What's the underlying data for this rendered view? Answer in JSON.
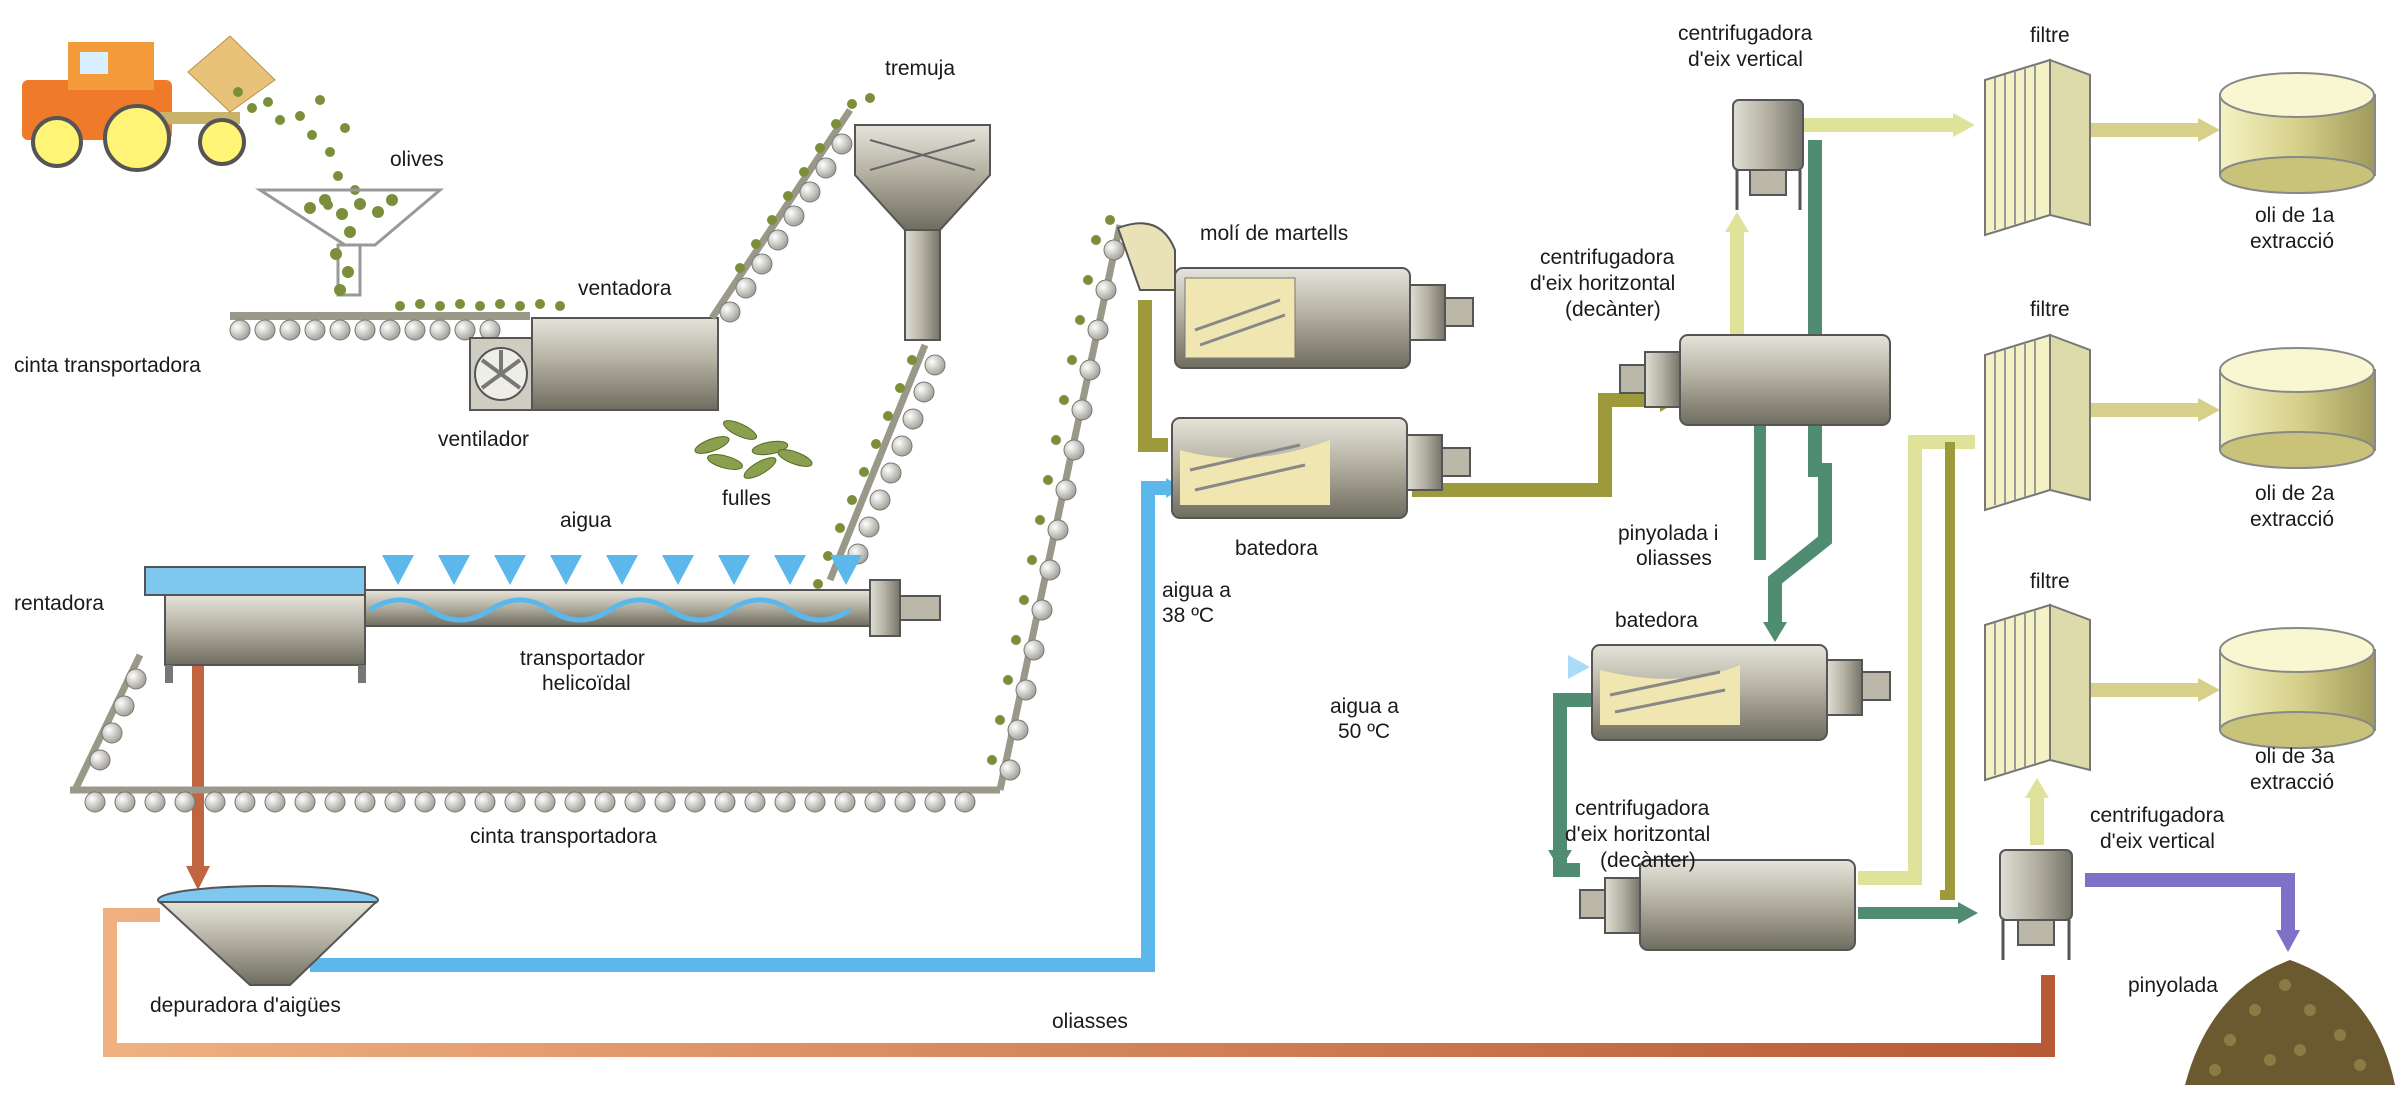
{
  "labels": {
    "olives": "olives",
    "tremuja": "tremuja",
    "ventadora": "ventadora",
    "cinta_top": "cinta transportadora",
    "ventilador": "ventilador",
    "fulles": "fulles",
    "aigua": "aigua",
    "rentadora": "rentadora",
    "transportador_1": "transportador",
    "transportador_2": "helicoïdal",
    "cinta_bottom": "cinta transportadora",
    "depuradora": "depuradora d'aigües",
    "oliasses": "oliasses",
    "moli": "molí de martells",
    "batedora_1": "batedora",
    "aigua38_1": "aigua a",
    "aigua38_2": "38 ºC",
    "aigua50_1": "aigua a",
    "aigua50_2": "50 ºC",
    "cv_top_1": "centrifugadora",
    "cv_top_2": "d'eix vertical",
    "ch_top_1": "centrifugadora",
    "ch_top_2": "d'eix horitzontal",
    "ch_top_3": "(decànter)",
    "pinyolada_i_1": "pinyolada i",
    "pinyolada_i_2": "oliasses",
    "batedora_2": "batedora",
    "ch_bot_1": "centrifugadora",
    "ch_bot_2": "d'eix horitzontal",
    "ch_bot_3": "(decànter)",
    "cv_bot_1": "centrifugadora",
    "cv_bot_2": "d'eix vertical",
    "filtre_1": "filtre",
    "filtre_2": "filtre",
    "filtre_3": "filtre",
    "oli1_1": "oli de 1a",
    "oli1_2": "extracció",
    "oli2_1": "oli de 2a",
    "oli2_2": "extracció",
    "oli3_1": "oli de 3a",
    "oli3_2": "extracció",
    "pinyolada": "pinyolada"
  },
  "colors": {
    "water": "#5cb8ea",
    "oil": "#dfe39a",
    "paste": "#9c9a3a",
    "residue": "#4f8c72",
    "oliasses": "#c06540",
    "pit": "#7f70c8",
    "machine": "#b9b6a8",
    "olive": "#7b8f3a"
  },
  "icons": [
    "tractor-icon",
    "hopper-icon",
    "fan-icon",
    "filter-icon",
    "tank-icon",
    "pit-pile-icon"
  ]
}
